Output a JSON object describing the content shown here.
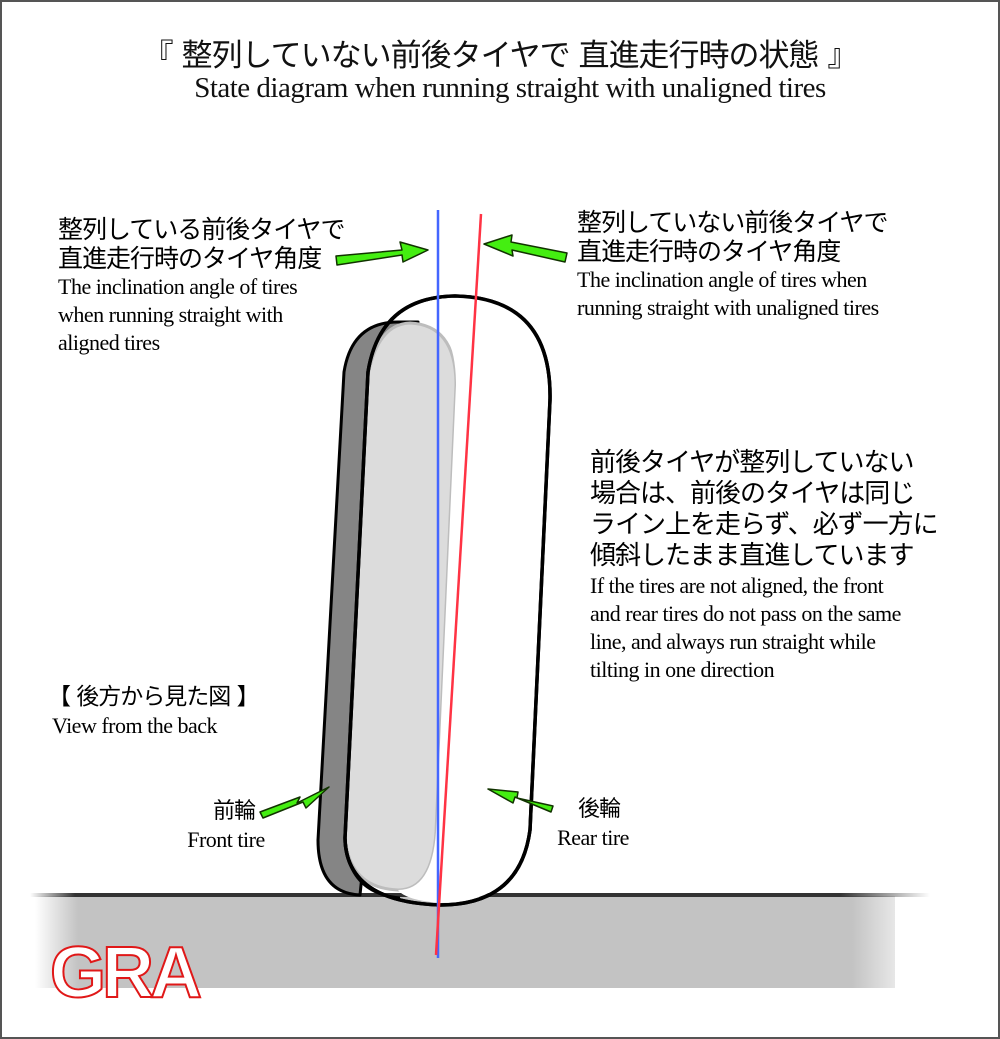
{
  "title": {
    "japanese": "『 整列していない前後タイヤで 直進走行時の状態 』",
    "english": "State diagram when running straight with unaligned tires"
  },
  "labels": {
    "aligned_angle": {
      "japanese_line1": "整列している前後タイヤで",
      "japanese_line2": "直進走行時のタイヤ角度",
      "english_line1": "The inclination angle of tires",
      "english_line2": "when running straight with",
      "english_line3": "aligned tires"
    },
    "unaligned_angle": {
      "japanese_line1": "整列していない前後タイヤで",
      "japanese_line2": "直進走行時のタイヤ角度",
      "english_line1": "The inclination angle of tires when",
      "english_line2": "running straight with unaligned tires"
    },
    "explanation": {
      "japanese_line1": "前後タイヤが整列していない",
      "japanese_line2": "場合は、前後のタイヤは同じ",
      "japanese_line3": "ライン上を走らず、必ず一方に",
      "japanese_line4": "傾斜したまま直進しています",
      "english_line1": "If the tires are not aligned, the front",
      "english_line2": "and rear tires do not pass on the same",
      "english_line3": "line, and always run straight while",
      "english_line4": "tilting in one direction"
    },
    "view": {
      "japanese": "【 後方から見た図 】",
      "english": "View from the back"
    },
    "front_tire": {
      "japanese": "前輪",
      "english": "Front tire"
    },
    "rear_tire": {
      "japanese": "後輪",
      "english": "Rear tire"
    }
  },
  "logo": {
    "text": "GRA",
    "color": "#e01818"
  },
  "colors": {
    "aligned_line": "#4466ff",
    "unaligned_line": "#ff3344",
    "arrow_fill": "#44ee11",
    "front_tire_side": "#858585",
    "front_tire_face": "#dcdcdc",
    "ground": "#c3c3c3"
  }
}
